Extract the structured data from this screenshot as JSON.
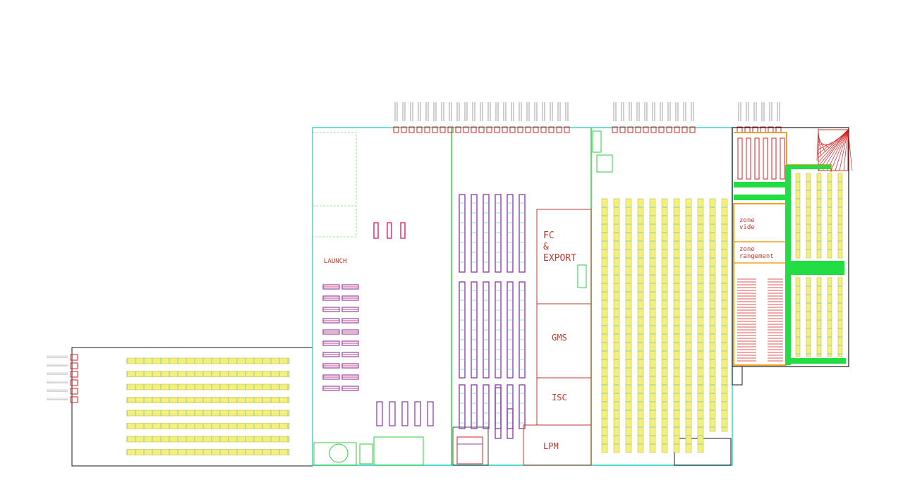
{
  "labels": {
    "launch": "LAUNCH",
    "fc_line1": "FC",
    "fc_line2": "&",
    "fc_line3": "EXPORT",
    "gms": "GMS",
    "isc": "ISC",
    "lpm": "LPM",
    "zone_vide_1": "zone",
    "zone_vide_2": "vide",
    "zone_rangement_1": "zone",
    "zone_rangement_2": "rangement"
  },
  "colors": {
    "walls": "#1a1a1a",
    "outline_cyan": "#3fd6c9",
    "partition_green": "#2ecc40",
    "rack_yellow": "#f4f07a",
    "rack_purple": "#8e44ad",
    "rack_magenta": "#e0307a",
    "rack_cyan": "#3fb8e0",
    "text_red": "#c0392b",
    "door_red": "#d62020",
    "safe_green": "#22dd44",
    "orange": "#f0a020"
  }
}
